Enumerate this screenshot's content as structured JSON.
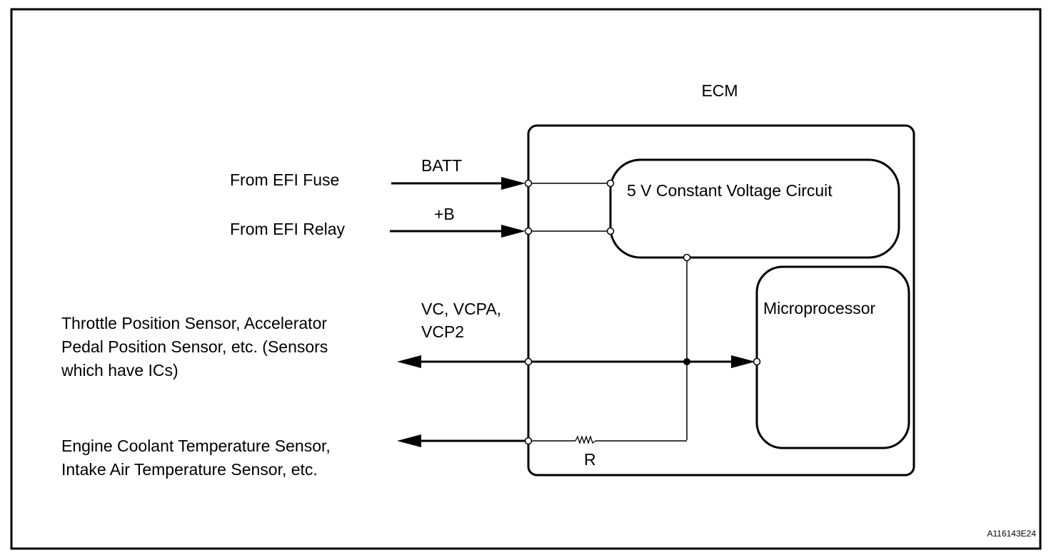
{
  "diagram": {
    "ecm_label": "ECM",
    "blocks": {
      "constant_voltage": "5 V Constant Voltage Circuit",
      "microprocessor": "Microprocessor"
    },
    "terminals": {
      "batt": "BATT",
      "plus_b": "+B",
      "vc_line1": "VC, VCPA,",
      "vc_line2": "VCP2",
      "resistor": "R"
    },
    "external": {
      "efi_fuse": "From EFI Fuse",
      "efi_relay": "From EFI Relay",
      "sensors_ic_line1": "Throttle Position Sensor, Accelerator",
      "sensors_ic_line2": "Pedal Position Sensor, etc. (Sensors",
      "sensors_ic_line3": "which have ICs)",
      "sensors_temp_line1": "Engine Coolant Temperature Sensor,",
      "sensors_temp_line2": "Intake Air Temperature Sensor, etc."
    },
    "figure_id": "A116143E24"
  }
}
